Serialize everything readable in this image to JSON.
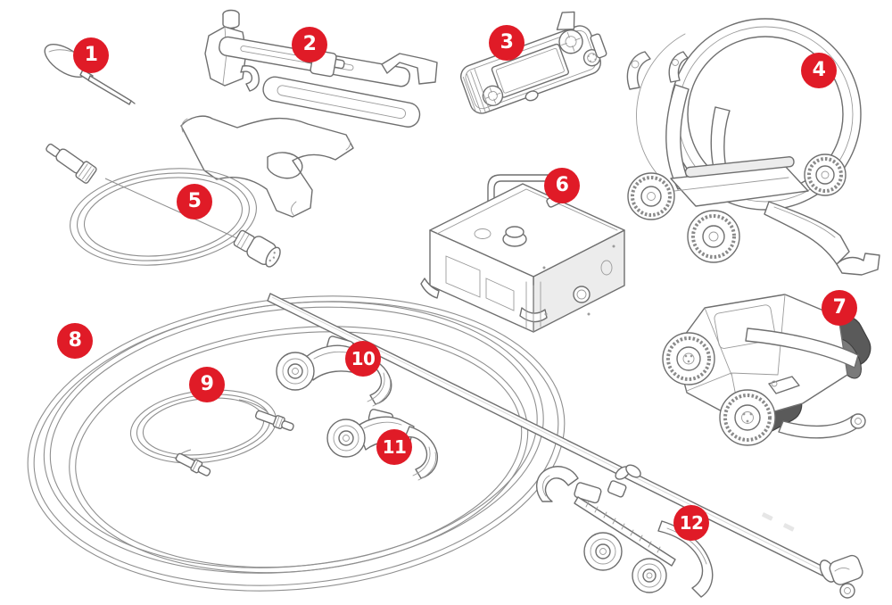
{
  "diagram": {
    "type": "equipment-kit-parts-illustration",
    "background": "#ffffff",
    "badge_color": "#e01b27",
    "badge_text_color": "#ffffff",
    "line_color": "#6f6f6f",
    "shade_color": "#ececec",
    "parts": [
      {
        "label": "1",
        "name": "screwdriver"
      },
      {
        "label": "2",
        "name": "probe-holder-bracket-assembly"
      },
      {
        "label": "3",
        "name": "handheld-remote-controller"
      },
      {
        "label": "4",
        "name": "ring-band-scanner-cart"
      },
      {
        "label": "5",
        "name": "coiled-interconnect-cable"
      },
      {
        "label": "6",
        "name": "control-unit-box-with-handle"
      },
      {
        "label": "7",
        "name": "motorized-crawler-scanner"
      },
      {
        "label": "8",
        "name": "long-umbilical-cable-coil-with-push-rod"
      },
      {
        "label": "9",
        "name": "thin-signal-cable-coil"
      },
      {
        "label": "10",
        "name": "roller-guide-clamp-a"
      },
      {
        "label": "11",
        "name": "roller-guide-clamp-b"
      },
      {
        "label": "12",
        "name": "adjustable-chain-clamp-with-rollers"
      }
    ]
  }
}
